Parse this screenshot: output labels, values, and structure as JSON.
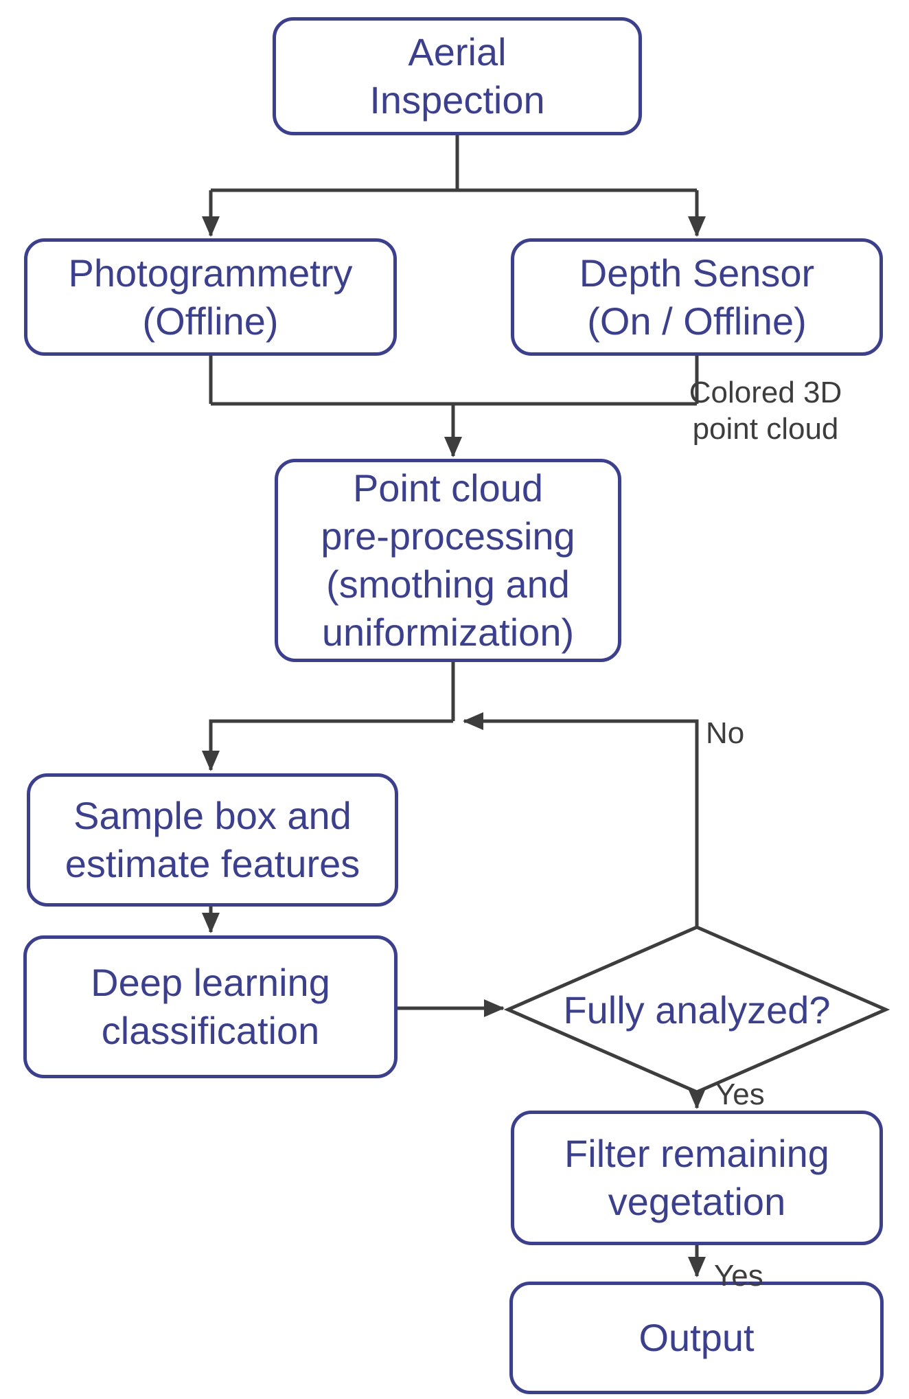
{
  "diagram": {
    "title": "Aerial inspection point cloud processing flowchart",
    "colors": {
      "node_border": "#3b3f94",
      "node_text": "#3b3f94",
      "connector": "#3d3d3d",
      "edge_label_text": "#3d3d3d",
      "background": "#ffffff"
    },
    "nodes": [
      {
        "id": "aerial-inspection",
        "type": "process",
        "label": "Aerial\nInspection"
      },
      {
        "id": "photogrammetry",
        "type": "process",
        "label": "Photogrammetry\n(Offline)"
      },
      {
        "id": "depth-sensor",
        "type": "process",
        "label": "Depth Sensor\n(On / Offline)"
      },
      {
        "id": "point-cloud-preprocessing",
        "type": "process",
        "label": "Point cloud\npre-processing\n(smothing and\nuniformization)"
      },
      {
        "id": "sample-box",
        "type": "process",
        "label": "Sample box and\nestimate features"
      },
      {
        "id": "deep-learning",
        "type": "process",
        "label": "Deep learning\nclassification"
      },
      {
        "id": "fully-analyzed",
        "type": "decision",
        "label": "Fully analyzed?"
      },
      {
        "id": "filter-vegetation",
        "type": "process",
        "label": "Filter remaining\nvegetation"
      },
      {
        "id": "output",
        "type": "process",
        "label": "Output"
      }
    ],
    "edge_labels": {
      "colored_point_cloud": "Colored 3D\npoint cloud",
      "no": "No",
      "yes_to_filter": "Yes",
      "yes_to_output": "Yes"
    }
  }
}
